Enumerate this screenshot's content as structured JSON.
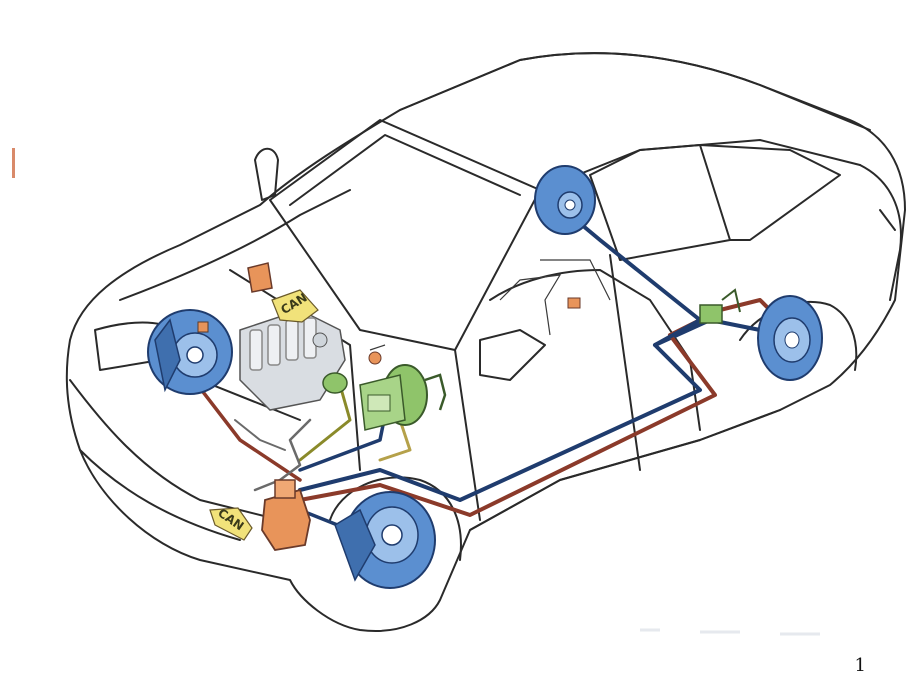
{
  "labels": {
    "can_top": "CAN",
    "can_bottom": "CAN"
  },
  "page_number": "1",
  "colors": {
    "car_outline": "#2a2a2a",
    "brake_line_blue": "#1f3c6e",
    "brake_line_red": "#8b3a2a",
    "disc_blue": "#5b8fd0",
    "booster_green": "#8fc46a",
    "abs_unit_orange": "#e8945a",
    "can_label_yellow": "#f1e27a",
    "engine_grey": "#d9dde2"
  }
}
